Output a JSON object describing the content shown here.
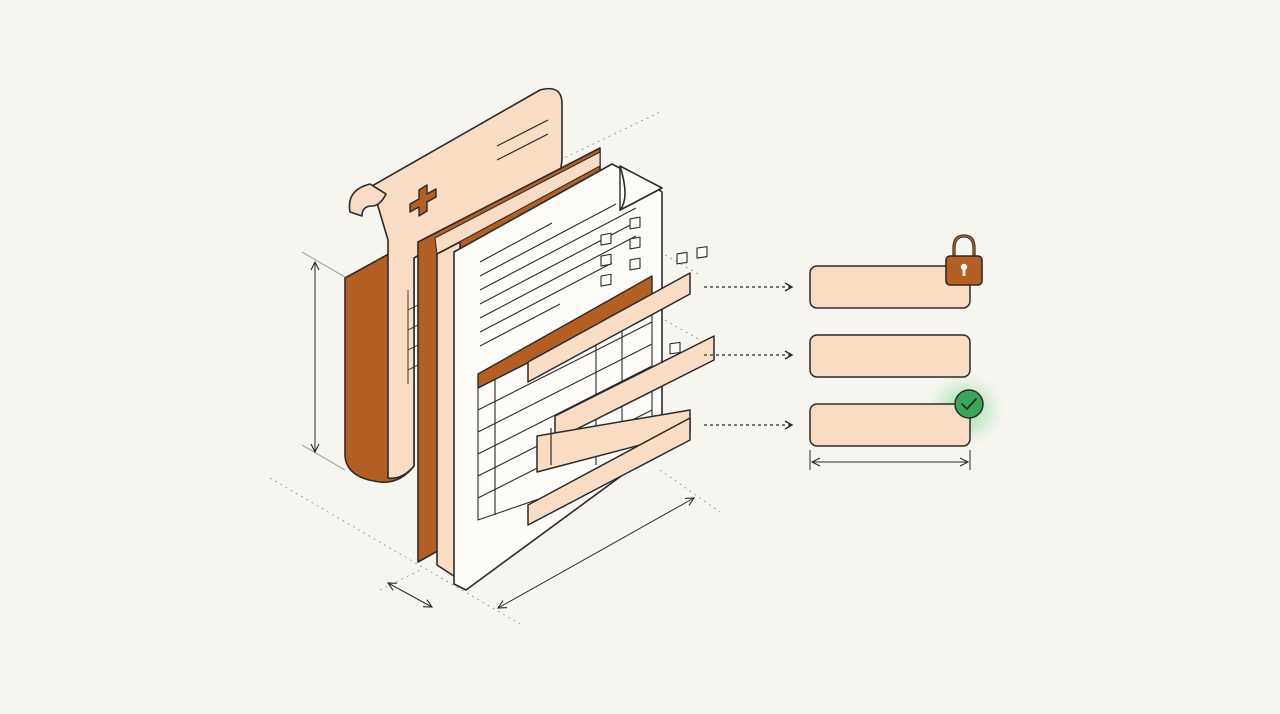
{
  "palette": {
    "background": "#f6f5f0",
    "ink": "#2b2b2b",
    "peach": "#f8dcc4",
    "rust": "#b45f23",
    "paper": "#fcfbf8",
    "check_green": "#3aa65a",
    "glow_green": "#7dd68f"
  },
  "documents": [
    {
      "name": "medical-record-sheet",
      "icon": "medical-cross-icon"
    },
    {
      "name": "rust-separator-sheet"
    },
    {
      "name": "form-sheet",
      "icon": "folded-corner"
    }
  ],
  "form_fields": [
    {
      "name": "secured-field",
      "status_icon": "lock-icon"
    },
    {
      "name": "plain-field",
      "status_icon": ""
    },
    {
      "name": "verified-field",
      "status_icon": "check-circle-icon"
    }
  ],
  "connectors": [
    "dashed-arrow",
    "dashed-arrow",
    "dashed-arrow"
  ]
}
